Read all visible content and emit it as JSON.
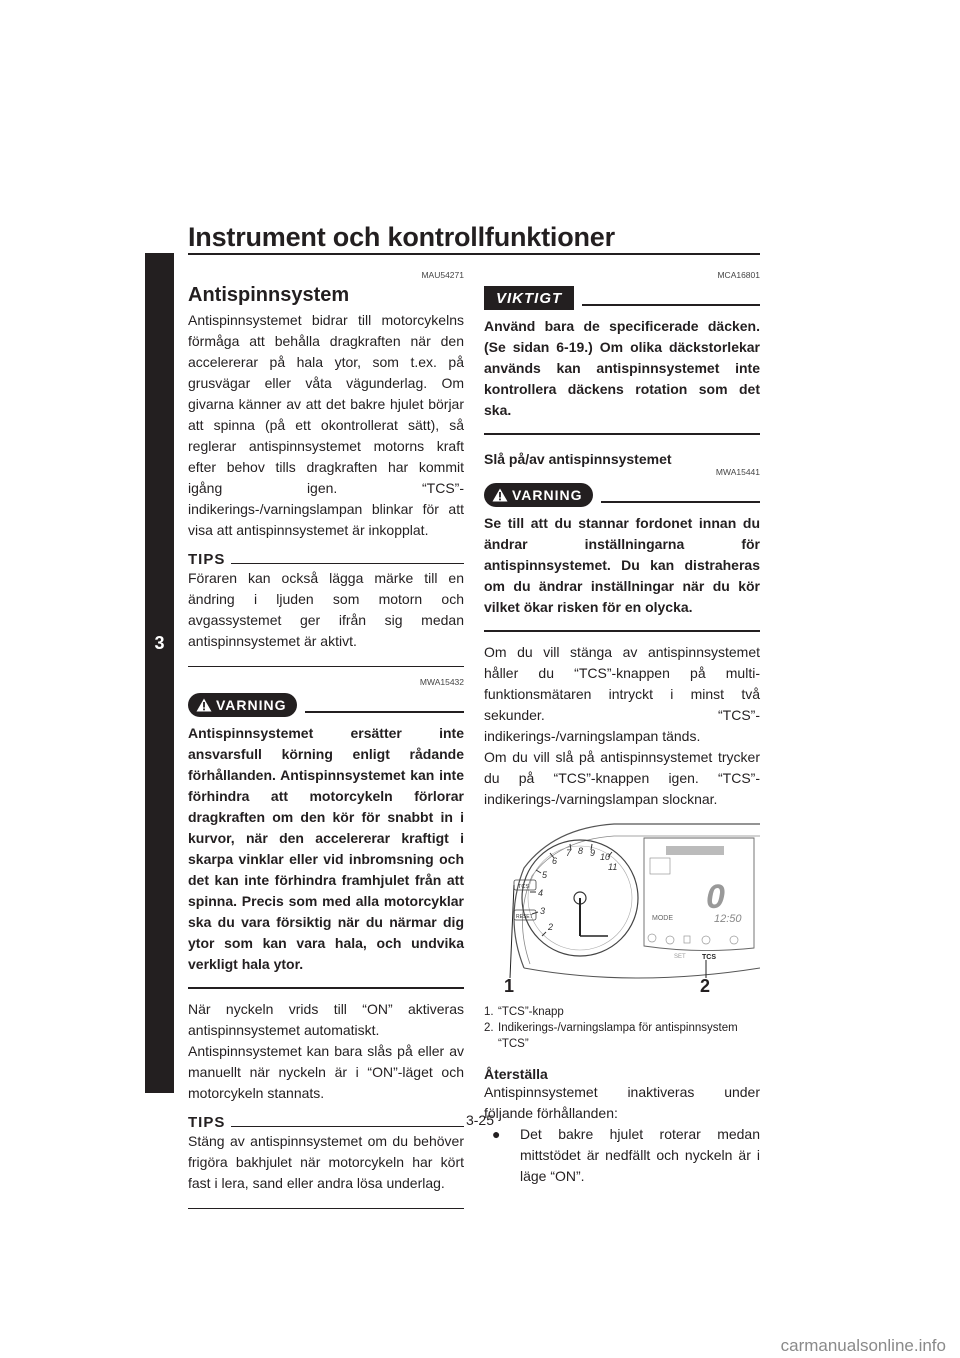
{
  "header": {
    "title": "Instrument och kontrollfunktioner",
    "chapter": "3"
  },
  "left": {
    "code1": "MAU54271",
    "heading": "Antispinnsystem",
    "intro": "Antispinnsystemet bidrar till motorcykelns förmåga att behålla dragkraften när den accelererar på hala ytor, som t.ex. på grusvägar eller våta vägunderlag. Om givarna känner av att det bakre hjulet börjar att spinna (på ett okontrollerat sätt), så reglerar antispinnsystemet motorns kraft efter behov tills dragkraften har kommit igång igen. “TCS”-indikerings-/varningslampan blinkar för att visa att antispinnsystemet är inkopplat.",
    "tips1_label": "TIPS",
    "tips1_text": "Föraren kan också lägga märke till en ändring i ljuden som motorn och avgassystemet ger ifrån sig medan antispinnsystemet är aktivt.",
    "code2": "MWA15432",
    "warning1_label": "VARNING",
    "warning1_text": "Antispinnsystemet ersätter inte ansvarsfull körning enligt rådande förhållanden. Antispinnsystemet kan inte förhindra att motorcykeln förlorar dragkraften om den kör för snabbt in i kurvor, när den accelererar kraftigt i skarpa vinklar eller vid inbromsning och det kan inte förhindra framhjulet från att spinna. Precis som med alla motorcyklar ska du vara försiktig när du närmar dig ytor som kan vara hala, och undvika verkligt hala ytor.",
    "para2": "När nyckeln vrids till “ON” aktiveras antispinnsystemet automatiskt.",
    "para3": "Antispinnsystemet kan bara slås på eller av manuellt när nyckeln är i “ON”-läget och motorcykeln stannats.",
    "tips2_label": "TIPS",
    "tips2_text": "Stäng av antispinnsystemet om du behöver frigöra bakhjulet när motorcykeln har kört fast i lera, sand eller andra lösa underlag."
  },
  "right": {
    "code1": "MCA16801",
    "notice_label": "VIKTIGT",
    "notice_text": "Använd bara de specificerade däcken. (Se sidan 6-19.) Om olika däckstorlekar används kan antispinnsystemet inte kontrollera däckens rotation som det ska.",
    "subheading1": "Slå på/av antispinnsystemet",
    "code2": "MWA15441",
    "warning2_label": "VARNING",
    "warning2_text": "Se till att du stannar fordonet innan du ändrar inställningarna för antispinnsystemet. Du kan distraheras om du ändrar inställningar när du kör vilket ökar risken för en olycka.",
    "para1": "Om du vill stänga av antispinnsystemet håller du “TCS”-knappen på multi-funktionsmätaren intryckt i minst två sekunder. “TCS”-indikerings-/varningslampan tänds.",
    "para2": "Om du vill slå på antispinnsystemet trycker du på “TCS”-knappen igen. “TCS”-indikerings-/varningslampan slocknar.",
    "figure": {
      "callout1": "1",
      "callout2": "2",
      "btn_tcs": "TCS",
      "btn_reset": "RESET",
      "set_label": "SET",
      "tcs_lamp": "TCS",
      "mode": "MODE",
      "clock": "12:50"
    },
    "legend": [
      {
        "n": "1.",
        "text": "“TCS”-knapp"
      },
      {
        "n": "2.",
        "text": "Indikerings-/varningslampa för antispinnsystem “TCS”"
      }
    ],
    "subheading2": "Återställa",
    "para3": "Antispinnsystemet inaktiveras under följande förhållanden:",
    "bullet1": "Det bakre hjulet roterar medan mittstödet är nedfällt och nyckeln är i läge “ON”."
  },
  "footer": {
    "page_number": "3-25",
    "watermark": "carmanualsonline.info"
  }
}
